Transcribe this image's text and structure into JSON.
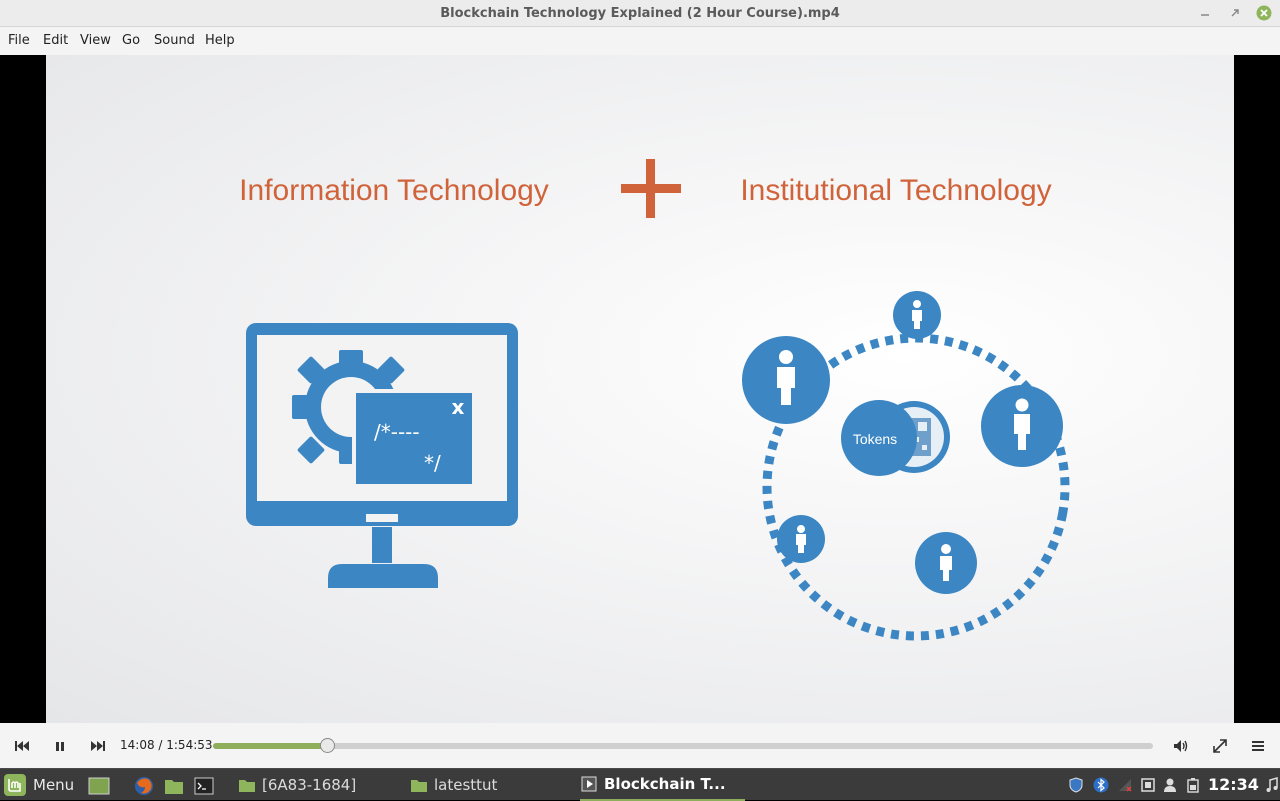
{
  "window": {
    "title": "Blockchain Technology Explained (2 Hour Course).mp4"
  },
  "menu": {
    "items": [
      "File",
      "Edit",
      "View",
      "Go",
      "Sound",
      "Help"
    ]
  },
  "slide": {
    "left_heading": "Information Technology",
    "right_heading": "Institutional Technology",
    "code_line1": "/*----",
    "code_line2": "*/",
    "code_close": "x",
    "tokens_label": "Tokens",
    "accent_color": "#d0633a",
    "icon_color": "#3b86c3"
  },
  "player": {
    "time": "14:08 / 1:54:53",
    "progress_fraction": 0.1228
  },
  "taskbar": {
    "menu_label": "Menu",
    "tasks": [
      {
        "label": "[6A83-1684]"
      },
      {
        "label": "latesttut"
      },
      {
        "label": "Blockchain T..."
      }
    ],
    "clock": "12:34"
  }
}
